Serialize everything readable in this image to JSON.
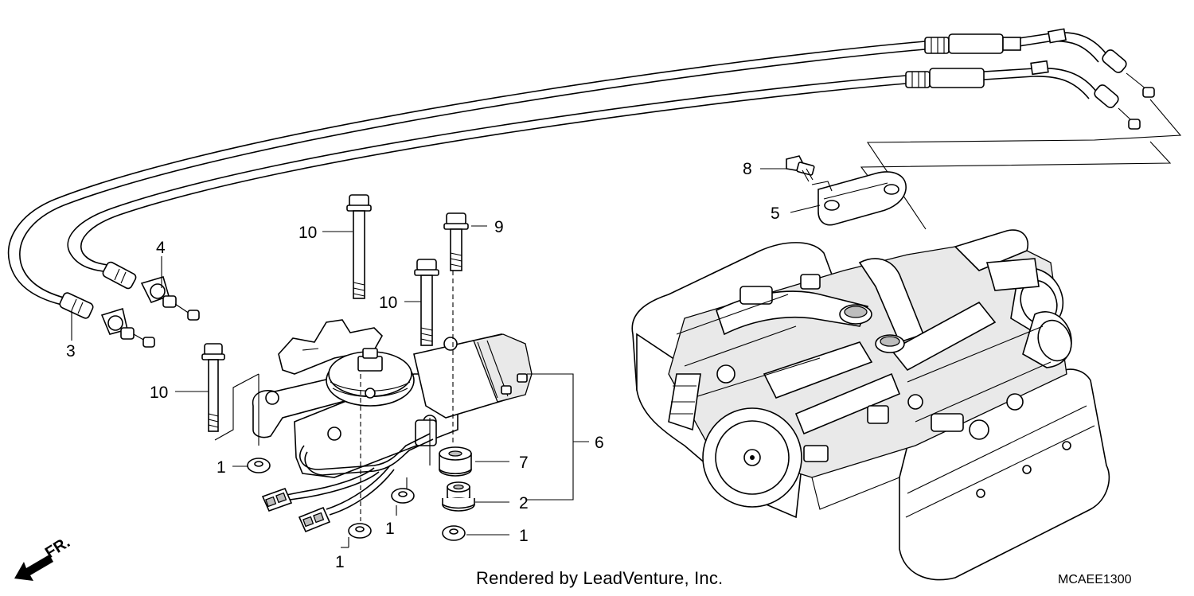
{
  "diagram": {
    "callouts": {
      "c1a": "1",
      "c1b": "1",
      "c1c": "1",
      "c1d": "1",
      "c2": "2",
      "c3": "3",
      "c4": "4",
      "c5": "5",
      "c6": "6",
      "c7": "7",
      "c8": "8",
      "c9": "9",
      "c10a": "10",
      "c10b": "10",
      "c10c": "10"
    },
    "front_label": "FR."
  },
  "footer": {
    "credit": "Rendered by LeadVenture, Inc.",
    "code": "MCAEE1300"
  }
}
